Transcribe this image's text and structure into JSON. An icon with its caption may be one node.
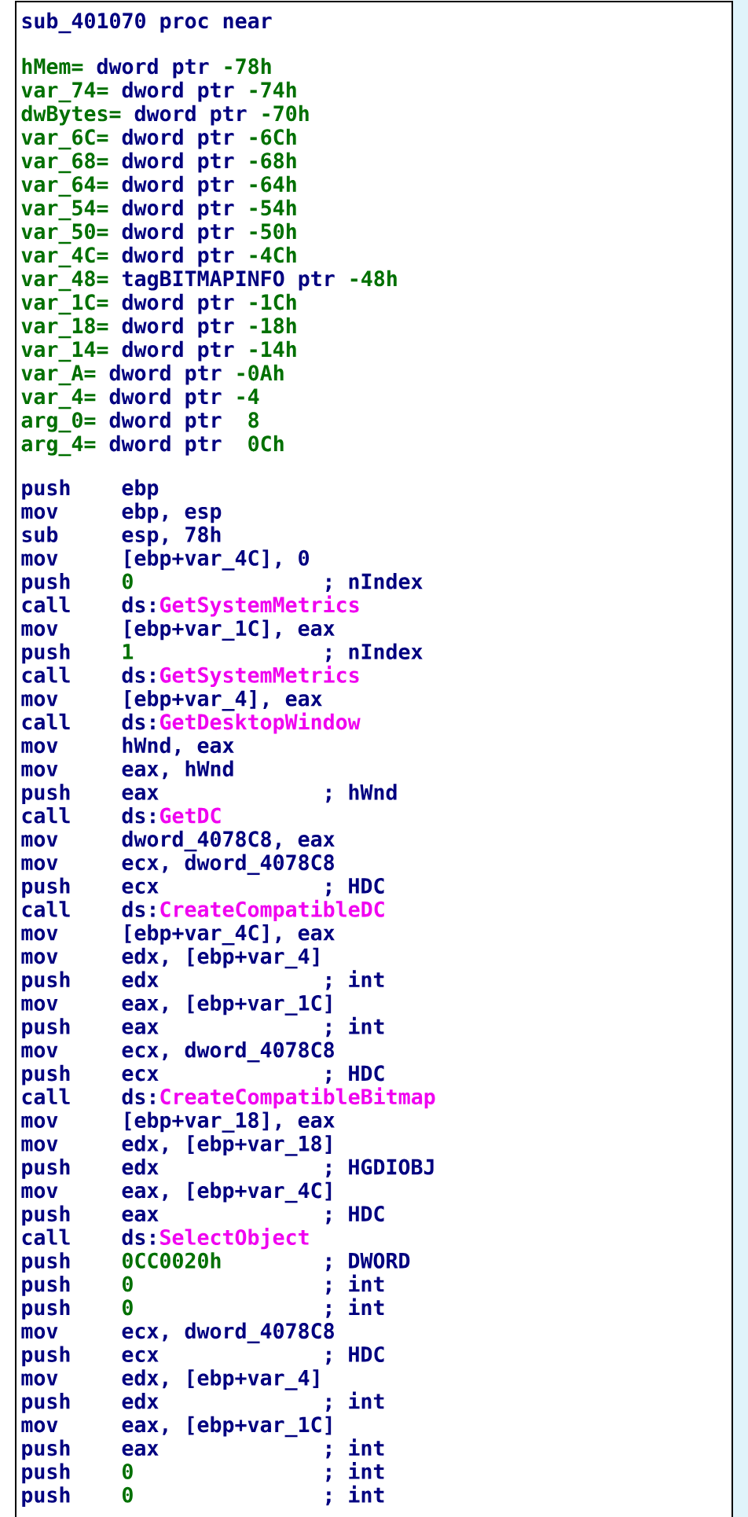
{
  "diagram": {
    "nodes": [
      {
        "text": [
          "sub_401070 proc near"
        ]
      }
    ],
    "labels": [
      "hMem=",
      "dword ptr",
      "-78h",
      "var_74=",
      "dword ptr",
      "-74h",
      "dwBytes=",
      "dword ptr",
      "-70h",
      "var_6C=",
      "dword ptr",
      "-6Ch",
      "var_68=",
      "dword ptr",
      "-68h",
      "var_64=",
      "dword ptr",
      "-64h",
      "var_54=",
      "dword ptr",
      "-54h",
      "var_50=",
      "dword ptr",
      "-50h",
      "var_4C=",
      "dword ptr",
      "-4Ch",
      "var_48=",
      "tagBITMAPINFO ptr",
      "-48h",
      "var_1C=",
      "dword ptr",
      "-1Ch",
      "var_18=",
      "dword ptr",
      "-18h",
      "var_14=",
      "dword ptr",
      "-14h",
      "var_A=",
      "dword ptr",
      "-0Ah",
      "var_4=",
      "dword ptr",
      "-4",
      "arg_0=",
      "dword ptr",
      "8",
      "arg_4=",
      "dword ptr",
      "0Ch",
      "push",
      "ebp",
      "mov",
      "ebp, esp",
      "sub",
      "esp, 78h",
      "mov",
      "[ebp+var_4C], 0",
      "push",
      "0",
      "; nIndex",
      "call",
      "ds:",
      "GetSystemMetrics",
      "mov",
      "[ebp+var_1C], eax",
      "push",
      "1",
      "; nIndex",
      "call",
      "ds:",
      "GetSystemMetrics",
      "mov",
      "[ebp+var_4], eax",
      "call",
      "ds:",
      "GetDesktopWindow",
      "mov",
      "hWnd, eax",
      "mov",
      "eax, hWnd",
      "push",
      "eax",
      "; hWnd",
      "call",
      "ds:",
      "GetDC",
      "mov",
      "dword_4078C8, eax",
      "mov",
      "ecx, dword_4078C8",
      "push",
      "ecx",
      "; HDC",
      "call",
      "ds:",
      "CreateCompatibleDC",
      "mov",
      "[ebp+var_4C], eax",
      "mov",
      "edx, [ebp+var_4]",
      "push",
      "edx",
      "; int",
      "mov",
      "eax, [ebp+var_1C]",
      "push",
      "eax",
      "; int",
      "mov",
      "ecx, dword_4078C8",
      "push",
      "ecx",
      "; HDC",
      "call",
      "ds:",
      "CreateCompatibleBitmap",
      "mov",
      "[ebp+var_18], eax",
      "mov",
      "edx, [ebp+var_18]",
      "push",
      "edx",
      "; HGDIOBJ",
      "mov",
      "eax, [ebp+var_4C]",
      "push",
      "eax",
      "; HDC",
      "call",
      "ds:",
      "SelectObject",
      "push",
      "0CC0020h",
      "; DWORD",
      "push",
      "0",
      "; int",
      "push",
      "0",
      "; int",
      "mov",
      "ecx, dword_4078C8",
      "push",
      "ecx",
      "; HDC",
      "mov",
      "edx, [ebp+var_4]",
      "push",
      "edx",
      "; int",
      "mov",
      "eax, [ebp+var_1C]",
      "push",
      "eax",
      "; int",
      "push",
      "0",
      "; int",
      "push",
      "0",
      "; int"
    ]
  }
}
